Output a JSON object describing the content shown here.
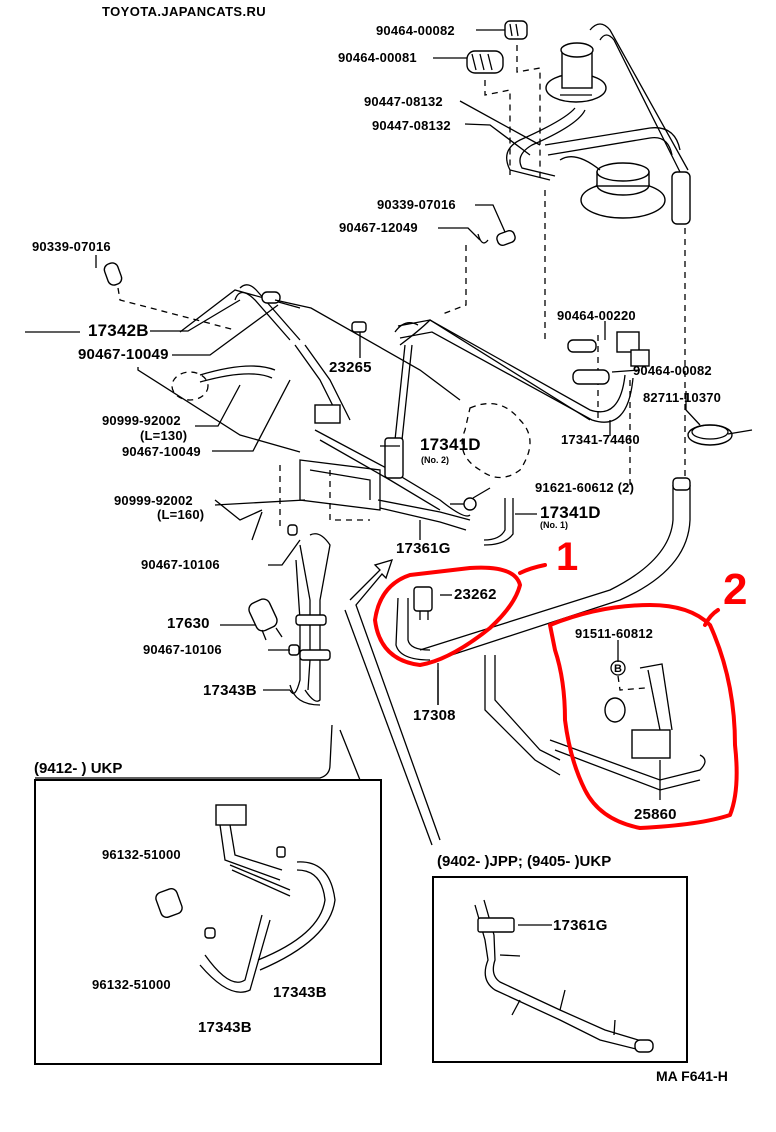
{
  "watermark": "TOYOTA.JAPANCATS.RU",
  "reference_code": "MA F641-H",
  "colors": {
    "annotation": "#ff0000",
    "line": "#000000",
    "background": "#ffffff"
  },
  "labels": {
    "p90464_00082_top": "90464-00082",
    "p90464_00081": "90464-00081",
    "p90447_08132_a": "90447-08132",
    "p90447_08132_b": "90447-08132",
    "p90339_07016_right": "90339-07016",
    "p90467_12049": "90467-12049",
    "p90339_07016_left": "90339-07016",
    "p17342B": "17342B",
    "p90467_10049_a": "90467-10049",
    "p23265": "23265",
    "p90999_92002_a": "90999-92002",
    "p90999_92002_a_len": "(L=130)",
    "p90467_10049_b": "90467-10049",
    "p17341D_no2": "17341D",
    "p17341D_no2_sub": "(No. 2)",
    "p90464_00220": "90464-00220",
    "p90464_00082_right": "90464-00082",
    "p82711_10370": "82711-10370",
    "p17341_74460": "17341-74460",
    "p90999_92002_b": "90999-92002",
    "p90999_92002_b_len": "(L=160)",
    "p91621_60612": "91621-60612 (2)",
    "p17341D_no1": "17341D",
    "p17341D_no1_sub": "(No. 1)",
    "p17361G": "17361G",
    "p90467_10106_a": "90467-10106",
    "p23262": "23262",
    "p17630": "17630",
    "p90467_10106_b": "90467-10106",
    "p91511_60812": "91511-60812",
    "p_bolt_marker": "B",
    "p17343B": "17343B",
    "p17308": "17308",
    "p25860": "25860"
  },
  "inset_left": {
    "caption": "(9412-        ) UKP",
    "labels": {
      "p96132_51000_a": "96132-51000",
      "p96132_51000_b": "96132-51000",
      "p17343B_a": "17343B",
      "p17343B_b": "17343B"
    }
  },
  "inset_right": {
    "caption": "(9402-        )JPP; (9405-        )UKP",
    "labels": {
      "p17361G": "17361G"
    }
  },
  "annotations": [
    {
      "mark": "1",
      "target": "23262"
    },
    {
      "mark": "2",
      "target": "25860"
    }
  ]
}
